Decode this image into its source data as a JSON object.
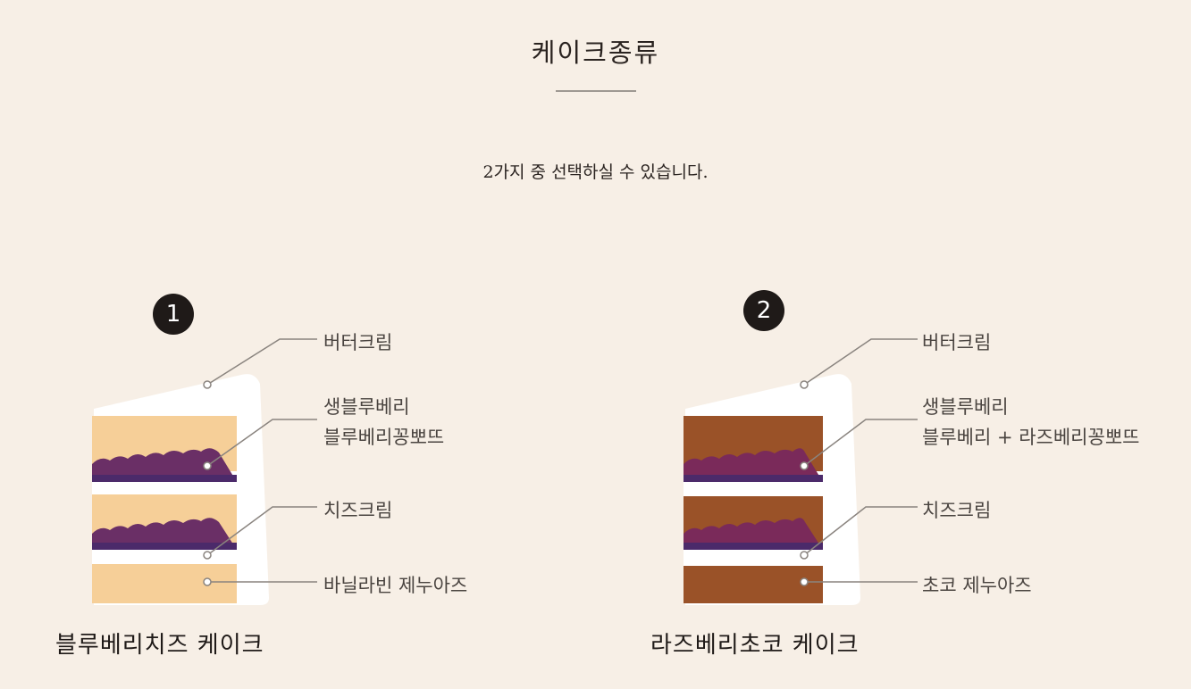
{
  "page": {
    "title": "케이크종류",
    "subtitle": "2가지 중 선택하실 수 있습니다."
  },
  "cakes": [
    {
      "number": "1",
      "name": "블루베리치즈 케이크",
      "layers": [
        "버터크림",
        "생블루베리",
        "블루베리꽁뽀뜨",
        "치즈크림",
        "바닐라빈 제누아즈"
      ]
    },
    {
      "number": "2",
      "name": "라즈베리초코 케이크",
      "layers": [
        "버터크림",
        "생블루베리",
        "블루베리 + 라즈베리꽁뽀뜨",
        "치즈크림",
        "초코 제누아즈"
      ]
    }
  ],
  "colors": {
    "background": "#f7efe6",
    "vanilla_sponge": "#f6cf98",
    "choco_sponge": "#9a5228",
    "blueberry": "#6a2f66",
    "raspberry_berry": "#7a2a5a",
    "cream": "#ffffff"
  }
}
